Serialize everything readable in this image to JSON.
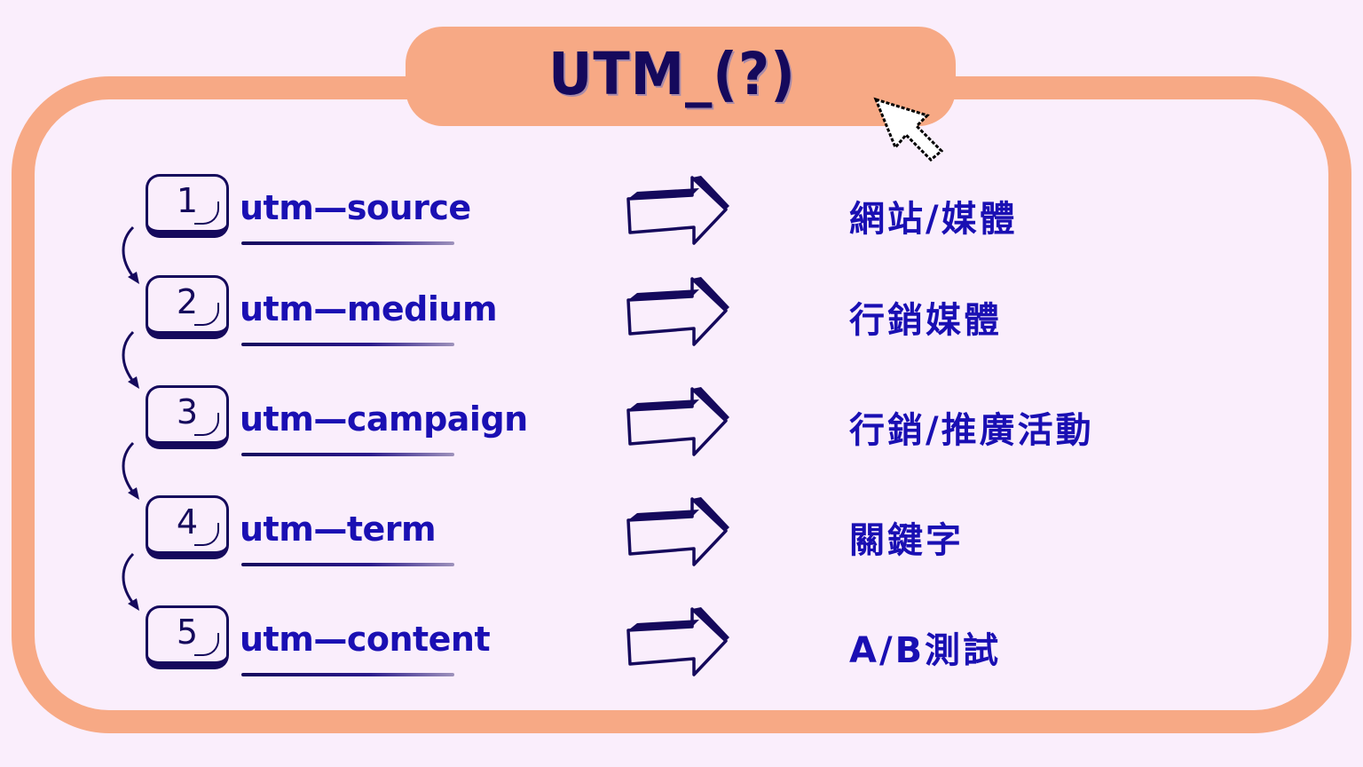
{
  "title": "UTM_(?)",
  "colors": {
    "background": "#faeefc",
    "frame": "#f7a985",
    "title_text": "#15095c",
    "label_text": "#1a0fb3",
    "outline": "#15095c"
  },
  "icons": {
    "cursor": "pointer-cursor-icon",
    "arrow": "right-arrow-icon",
    "connector": "curved-down-arrow-icon"
  },
  "rows": [
    {
      "number": "1",
      "parameter": "utm—source",
      "meaning": "網站/媒體"
    },
    {
      "number": "2",
      "parameter": "utm—medium",
      "meaning": "行銷媒體"
    },
    {
      "number": "3",
      "parameter": "utm—campaign",
      "meaning": "行銷/推廣活動"
    },
    {
      "number": "4",
      "parameter": "utm—term",
      "meaning": "關鍵字"
    },
    {
      "number": "5",
      "parameter": "utm—content",
      "meaning": "A/B測試"
    }
  ]
}
